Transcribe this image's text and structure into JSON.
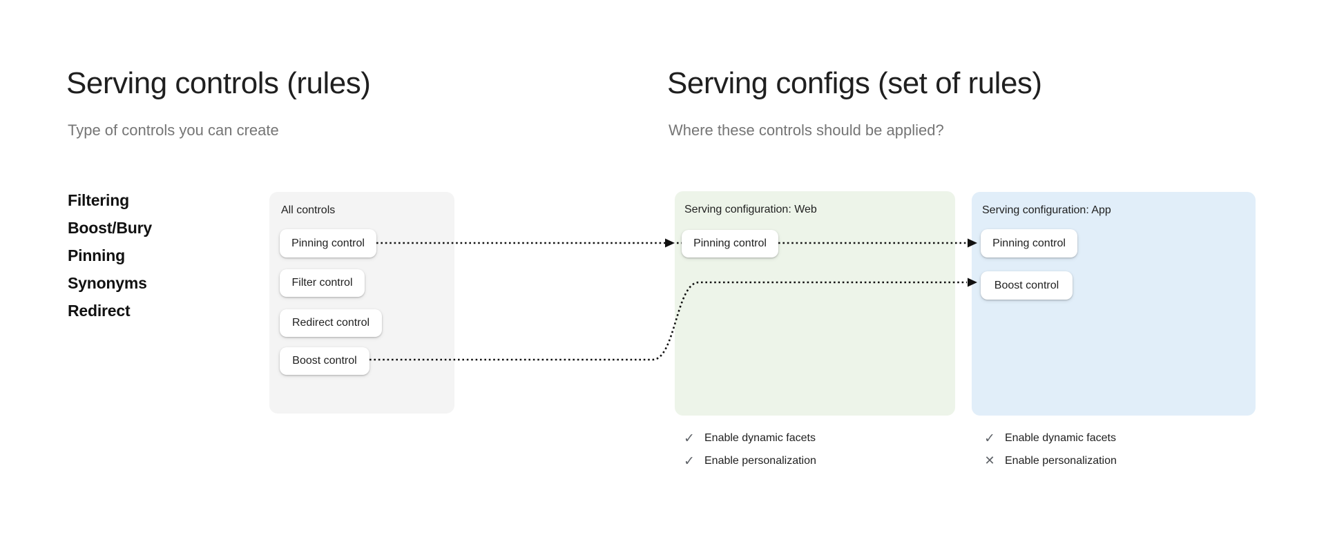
{
  "left_section": {
    "title": "Serving controls (rules)",
    "subtitle": "Type of controls you can create",
    "control_types": [
      "Filtering",
      "Boost/Bury",
      "Pinning",
      "Synonyms",
      "Redirect"
    ],
    "all_controls_card": {
      "label": "All controls",
      "controls": [
        "Pinning control",
        "Filter control",
        "Redirect control",
        "Boost control"
      ]
    }
  },
  "right_section": {
    "title": "Serving configs (set of rules)",
    "subtitle": "Where these controls should be applied?",
    "configs": [
      {
        "label": "Serving configuration: Web",
        "controls": [
          "Pinning control"
        ],
        "features": [
          {
            "label": "Enable dynamic facets",
            "enabled": true,
            "icon": "check-icon"
          },
          {
            "label": "Enable personalization",
            "enabled": true,
            "icon": "check-icon"
          }
        ]
      },
      {
        "label": "Serving configuration: App",
        "controls": [
          "Pinning control",
          "Boost control"
        ],
        "features": [
          {
            "label": "Enable dynamic facets",
            "enabled": true,
            "icon": "check-icon"
          },
          {
            "label": "Enable personalization",
            "enabled": false,
            "icon": "x-icon"
          }
        ]
      }
    ]
  },
  "connections": [
    {
      "from": "All controls: Pinning control",
      "to": "Serving configuration Web: Pinning control",
      "style": "dotted-arrow"
    },
    {
      "from": "Serving configuration Web: Pinning control",
      "to": "Serving configuration App: Pinning control",
      "style": "dotted-arrow"
    },
    {
      "from": "All controls: Boost control",
      "to": "Serving configuration App: Boost control",
      "style": "dotted-arrow"
    }
  ],
  "icons": {
    "check": "✓",
    "x": "✕"
  },
  "colors": {
    "background": "#ffffff",
    "all_controls_card": "#f4f4f4",
    "web_card": "#edf4e9",
    "app_card": "#e1eef9",
    "arrow": "#111111",
    "title_text": "#1f1f1f",
    "subtitle_text": "#757575",
    "feature_icon": "#5f6368"
  }
}
